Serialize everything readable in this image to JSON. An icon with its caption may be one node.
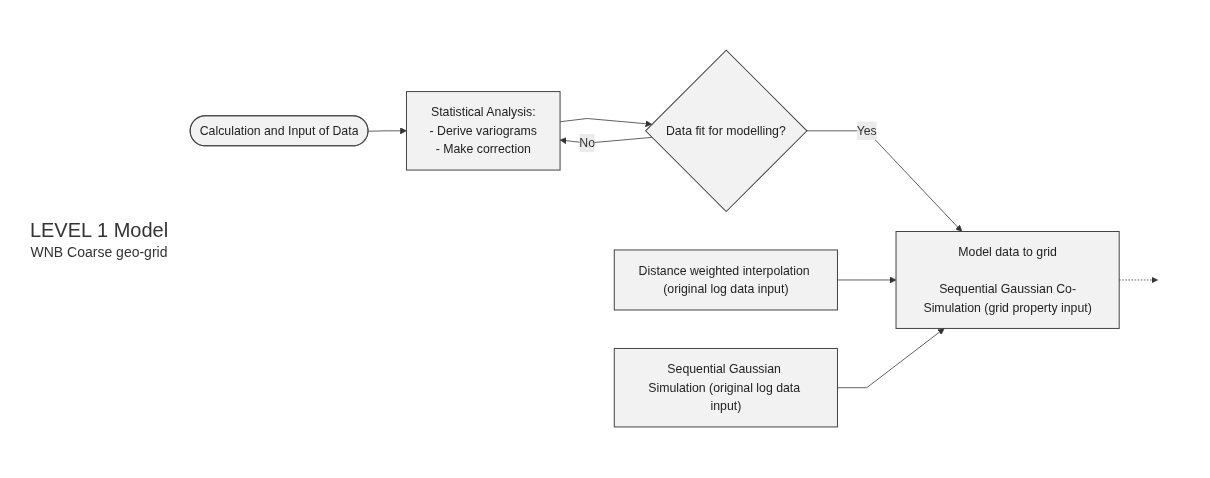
{
  "diagram": {
    "nodes": [
      {
        "text": [
          "Calculation and Input of Data"
        ]
      },
      {
        "text": [
          "Statistical Analysis:",
          "- Derive variograms",
          "- Make correction"
        ]
      },
      {
        "text": [
          "Data fit for modelling?"
        ]
      },
      {
        "text": [
          "Model data to grid",
          "Sequential Gaussian Co-Simulation (grid property input)"
        ]
      },
      {
        "text": [
          "Distance weighted interpolation (original log data input)"
        ]
      },
      {
        "text": [
          "Sequential Gaussian Simulation (original log data input)"
        ]
      }
    ],
    "edges": [
      {
        "from": 0,
        "to": 1,
        "arrow": "to"
      },
      {
        "from": 1,
        "to": 2,
        "arrow": "to"
      },
      {
        "from": 2,
        "to": 1,
        "arrow": "to",
        "label": "No"
      },
      {
        "from": 2,
        "to": 3,
        "arrow": "to",
        "label": "Yes"
      },
      {
        "from": 4,
        "to": 3,
        "arrow": "to"
      },
      {
        "from": 5,
        "to": 3,
        "arrow": "to"
      },
      {
        "from": 3,
        "to": null,
        "arrow": "to",
        "style": "dashed"
      }
    ],
    "labels": [
      "LEVEL 1 Model",
      "WNB Coarse geo-grid"
    ]
  }
}
